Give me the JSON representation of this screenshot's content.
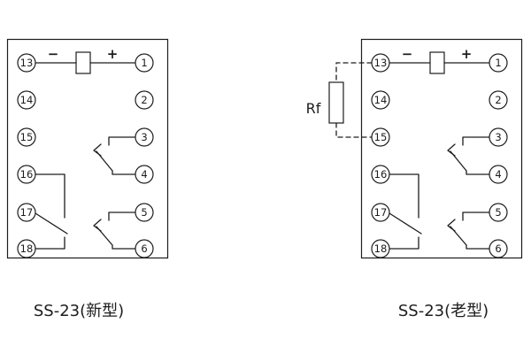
{
  "page": {
    "background": "#ffffff",
    "ink": "#1d1d1d"
  },
  "panels": [
    {
      "caption": "SS-23(新型)",
      "polarity": {
        "minus": "−",
        "plus": "+"
      },
      "left_terminals": [
        "13",
        "14",
        "15",
        "16",
        "17",
        "18"
      ],
      "right_terminals": [
        "1",
        "2",
        "3",
        "4",
        "5",
        "6"
      ]
    },
    {
      "caption": "SS-23(老型)",
      "polarity": {
        "minus": "−",
        "plus": "+"
      },
      "resistor_label": "Rf",
      "left_terminals": [
        "13",
        "14",
        "15",
        "16",
        "17",
        "18"
      ],
      "right_terminals": [
        "1",
        "2",
        "3",
        "4",
        "5",
        "6"
      ]
    }
  ]
}
